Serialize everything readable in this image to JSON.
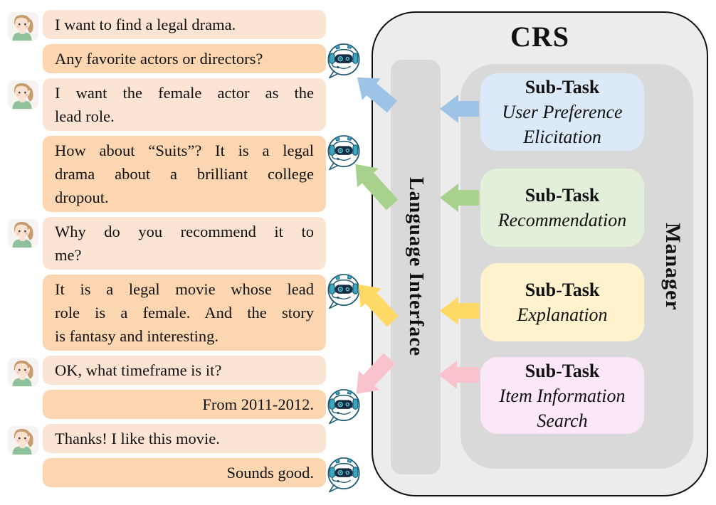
{
  "colors": {
    "user_bubble": "#fbe4d3",
    "bot_bubble": "#fbd6b1",
    "crs_fill": "#ececec",
    "crs_border": "#111111",
    "gray_panel": "#d9d9d9",
    "subtask_blue": "#dbe9f8",
    "subtask_green": "#e2f0d9",
    "subtask_yellow": "#fff2cc",
    "subtask_pink": "#fbe7f8",
    "arrow_blue": "#9dc3e6",
    "arrow_green": "#a9d18e",
    "arrow_yellow": "#ffd966",
    "arrow_pink": "#f8c3cd",
    "avatar_hair": "#c89b6e",
    "avatar_skin": "#f9e2d2",
    "avatar_shirt": "#8fc29a",
    "robot_outline": "#1e5b73",
    "robot_accent": "#3aa6c0",
    "robot_face": "#182c42",
    "robot_eye": "#5ac8d8"
  },
  "chat": {
    "messages": [
      {
        "speaker": "user",
        "lines": [
          "I want to find a legal drama."
        ]
      },
      {
        "speaker": "bot",
        "lines": [
          "Any favorite actors or directors?"
        ]
      },
      {
        "speaker": "user",
        "justify": true,
        "lines": [
          "I want the female actor as the",
          "lead role."
        ]
      },
      {
        "speaker": "bot",
        "justify": true,
        "lines": [
          "How about “Suits”? It is a legal",
          "drama about a brilliant college",
          "dropout."
        ]
      },
      {
        "speaker": "user",
        "justify": true,
        "lines": [
          "Why do you recommend it to",
          "me?"
        ]
      },
      {
        "speaker": "bot",
        "justify": true,
        "lines": [
          "It is a legal movie whose lead",
          "role is a female. And the story",
          "is fantasy and interesting."
        ]
      },
      {
        "speaker": "user",
        "lines": [
          "OK, what timeframe is it?"
        ]
      },
      {
        "speaker": "bot",
        "align": "right",
        "lines": [
          "From 2011-2012."
        ]
      },
      {
        "speaker": "user",
        "lines": [
          "Thanks! I like this movie."
        ]
      },
      {
        "speaker": "bot",
        "align": "right",
        "lines": [
          "Sounds good."
        ]
      }
    ]
  },
  "crs": {
    "title": "CRS",
    "language_interface": "Language Interface",
    "manager": "Manager",
    "subtasks": [
      {
        "heading": "Sub-Task",
        "name": "User Preference Elicitation",
        "name_lines": [
          "User Preference",
          "Elicitation"
        ]
      },
      {
        "heading": "Sub-Task",
        "name": "Recommendation",
        "name_lines": [
          "Recommendation"
        ]
      },
      {
        "heading": "Sub-Task",
        "name": "Explanation",
        "name_lines": [
          "Explanation"
        ]
      },
      {
        "heading": "Sub-Task",
        "name": "Item Information Search",
        "name_lines": [
          "Item Information",
          "Search"
        ]
      }
    ]
  }
}
